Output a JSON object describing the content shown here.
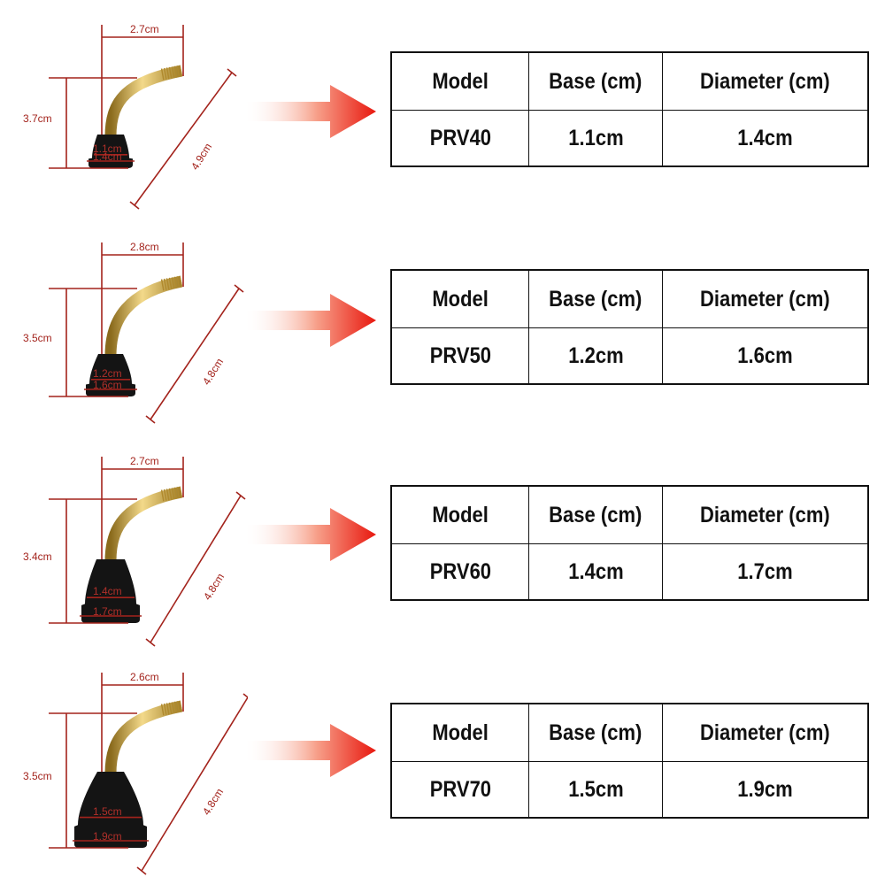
{
  "colors": {
    "dimension_line": "#a3231c",
    "arrow_red": "#e8180f",
    "brass": "#c9a23a",
    "rubber": "#141414",
    "table_border": "#111111"
  },
  "table_headers": {
    "model": "Model",
    "base": "Base (cm)",
    "diameter": "Diameter (cm)"
  },
  "icons": {
    "arrow": "right-arrow-gradient-icon",
    "valve": "tire-valve-photo"
  },
  "products": [
    {
      "model": "PRV40",
      "base": "1.1cm",
      "diameter": "1.4cm",
      "dimensions": {
        "width": "2.7cm",
        "height": "3.7cm",
        "length": "4.9cm",
        "base_inner": "1.1cm",
        "base_outer": "1.4cm"
      }
    },
    {
      "model": "PRV50",
      "base": "1.2cm",
      "diameter": "1.6cm",
      "dimensions": {
        "width": "2.8cm",
        "height": "3.5cm",
        "length": "4.8cm",
        "base_inner": "1.2cm",
        "base_outer": "1.6cm"
      }
    },
    {
      "model": "PRV60",
      "base": "1.4cm",
      "diameter": "1.7cm",
      "dimensions": {
        "width": "2.7cm",
        "height": "3.4cm",
        "length": "4.8cm",
        "base_inner": "1.4cm",
        "base_outer": "1.7cm"
      }
    },
    {
      "model": "PRV70",
      "base": "1.5cm",
      "diameter": "1.9cm",
      "dimensions": {
        "width": "2.6cm",
        "height": "3.5cm",
        "length": "4.8cm",
        "base_inner": "1.5cm",
        "base_outer": "1.9cm"
      }
    }
  ]
}
